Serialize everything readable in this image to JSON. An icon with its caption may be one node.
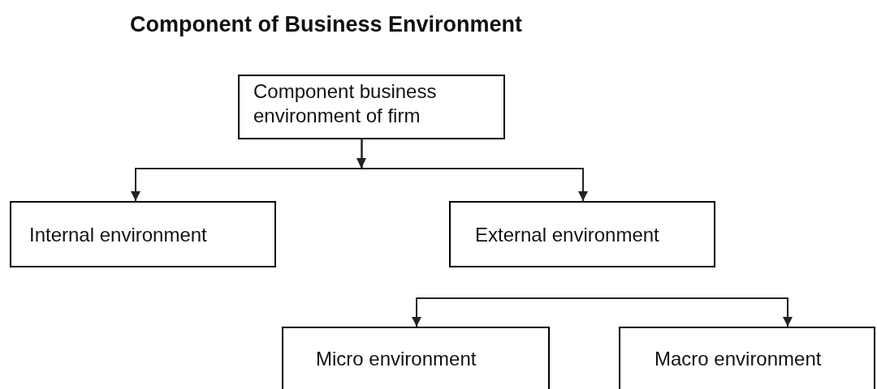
{
  "diagram": {
    "title": "Component of Business Environment",
    "nodes": [
      {
        "text": [
          "Component business environment of firm"
        ]
      },
      {
        "text": [
          "Internal environment"
        ]
      },
      {
        "text": [
          "External environment"
        ]
      },
      {
        "text": [
          "Micro environment"
        ]
      },
      {
        "text": [
          "Macro environment"
        ]
      }
    ],
    "edges": [
      {
        "from": 0,
        "to": 1,
        "arrow": "to"
      },
      {
        "from": 0,
        "to": 2,
        "arrow": "to"
      },
      {
        "from": null,
        "to": 3,
        "arrow": "to"
      },
      {
        "from": null,
        "to": 4,
        "arrow": "to"
      }
    ]
  }
}
